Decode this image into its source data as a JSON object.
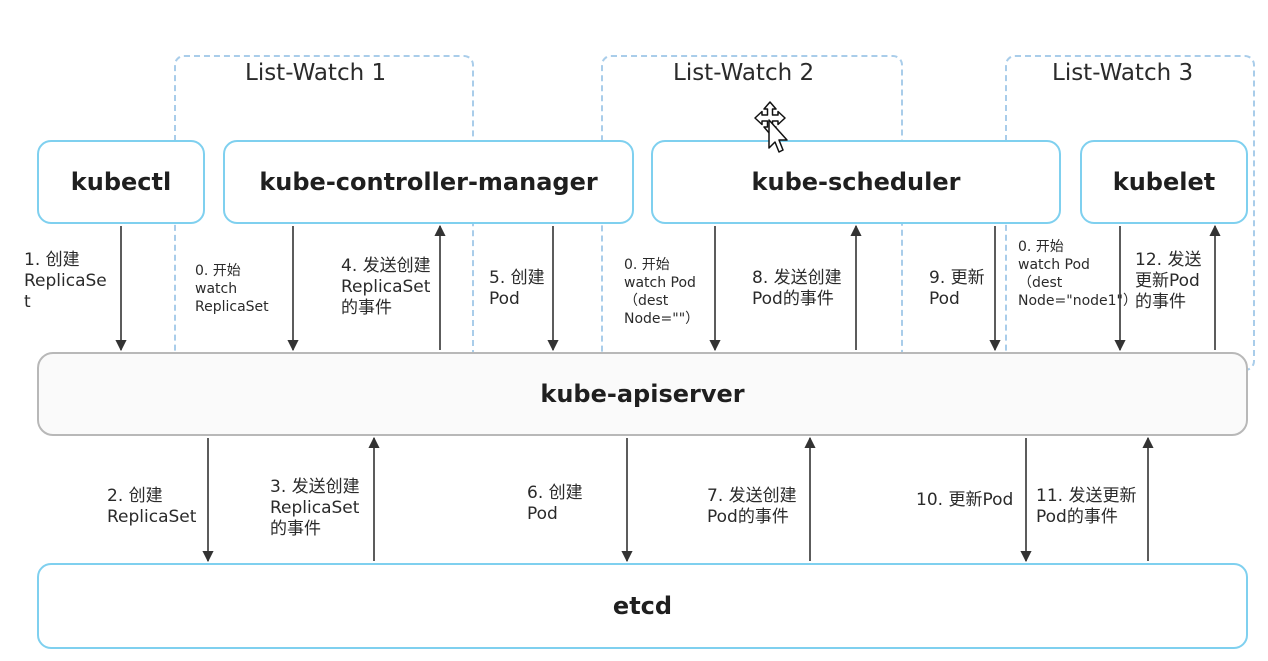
{
  "groups": {
    "lw1": "List-Watch 1",
    "lw2": "List-Watch 2",
    "lw3": "List-Watch 3"
  },
  "components": {
    "kubectl": "kubectl",
    "controller_manager": "kube-controller-manager",
    "scheduler": "kube-scheduler",
    "kubelet": "kubelet",
    "apiserver": "kube-apiserver",
    "etcd": "etcd"
  },
  "steps": {
    "s1": "1. 创建\nReplicaSe\nt",
    "s0a": "0. 开始\nwatch\nReplicaSet",
    "s4": "4. 发送创建\nReplicaSet\n的事件",
    "s5": "5. 创建\nPod",
    "s0b": "0. 开始\nwatch Pod\n（dest\nNode=\"\"）",
    "s8": "8. 发送创建\nPod的事件",
    "s9": "9. 更新\nPod",
    "s0c": "0. 开始\nwatch Pod\n（dest\nNode=\"node1\"）",
    "s12": "12. 发送\n更新Pod\n的事件",
    "s2": "2. 创建\nReplicaSet",
    "s3": "3. 发送创建\nReplicaSet\n的事件",
    "s6": "6. 创建\nPod",
    "s7": "7. 发送创建\nPod的事件",
    "s10": "10. 更新Pod",
    "s11": "11. 发送更新\nPod的事件"
  },
  "colors": {
    "component_border": "#7fd0ef",
    "group_border": "#a9cdea",
    "apiserver_border": "#b8b8b8",
    "arrow": "#333333"
  },
  "icons": {
    "cursor": "move-cursor-icon"
  }
}
